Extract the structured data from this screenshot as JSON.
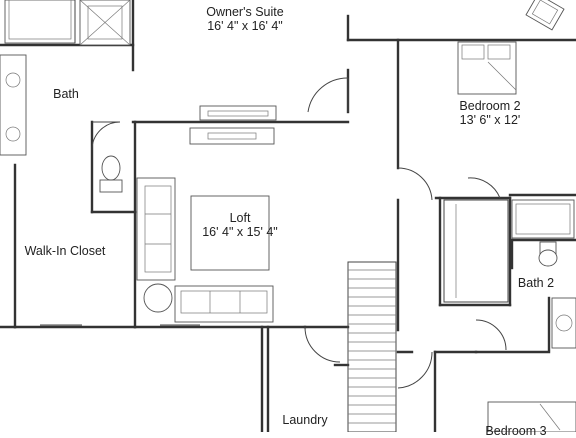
{
  "rooms": {
    "owners_suite": {
      "name": "Owner's Suite",
      "size": "16' 4\" x 16' 4\""
    },
    "bath": {
      "name": "Bath"
    },
    "bedroom2": {
      "name": "Bedroom 2",
      "size": "13' 6\" x 12'"
    },
    "loft": {
      "name": "Loft",
      "size": "16' 4\" x 15' 4\""
    },
    "walk_in_closet": {
      "name": "Walk-In Closet"
    },
    "bath2": {
      "name": "Bath 2"
    },
    "laundry": {
      "name": "Laundry"
    },
    "bedroom3": {
      "name": "Bedroom 3"
    }
  }
}
